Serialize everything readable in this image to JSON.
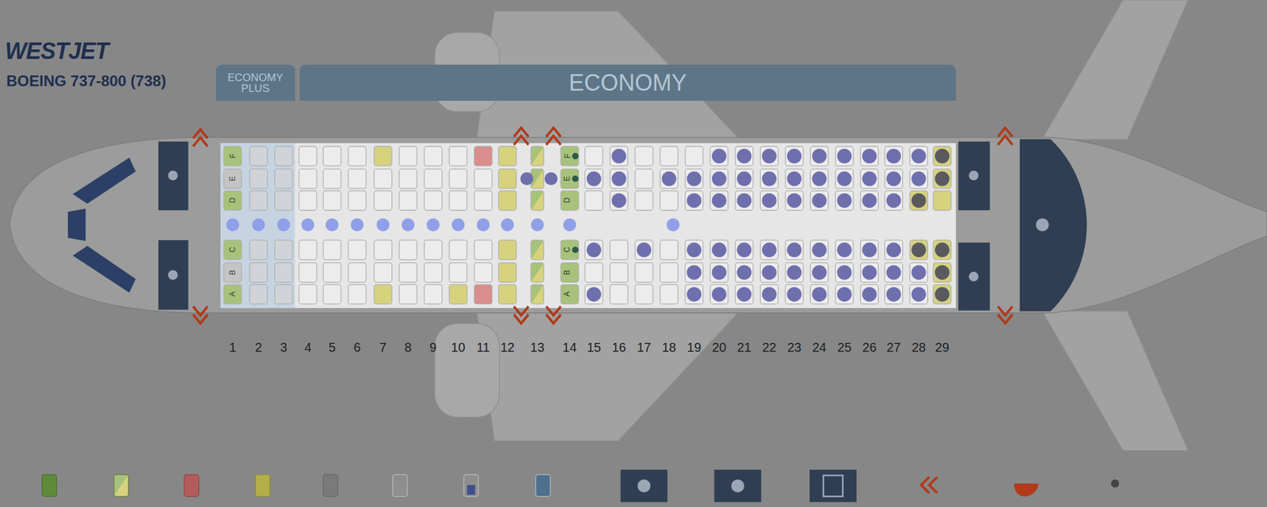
{
  "diagram": {
    "title": "BOEING 737-800 (738)",
    "nodes": [
      {
        "text": [
          "ECONOMY PLUS"
        ]
      },
      {
        "text": [
          "ECONOMY"
        ]
      }
    ],
    "labels": [
      "WESTJET",
      "F",
      "E",
      "D",
      "C",
      "B",
      "A",
      "F",
      "E",
      "D",
      "C",
      "B",
      "A",
      "1",
      "2",
      "3",
      "4",
      "5",
      "6",
      "7",
      "8",
      "9",
      "10",
      "11",
      "12",
      "13",
      "14",
      "15",
      "16",
      "17",
      "18",
      "19",
      "20",
      "21",
      "22",
      "23",
      "24",
      "25",
      "26",
      "27",
      "28",
      "29"
    ]
  }
}
